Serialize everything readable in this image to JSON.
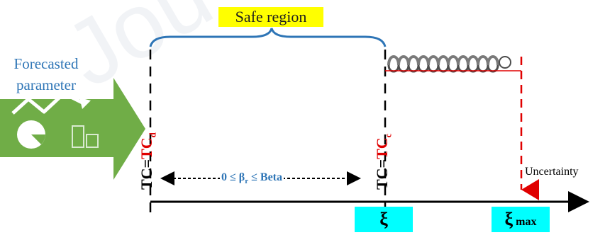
{
  "labels": {
    "safe_region": "Safe region",
    "forecast_line1": "Forecasted",
    "forecast_line2": "parameter",
    "tc_left_prefix": "TC=",
    "tc_left_main": "TC",
    "tc_left_sub": "d",
    "tc_right_prefix": "TC=",
    "tc_right_main": "TC",
    "tc_right_sub": "c",
    "beta_prefix": "0 ≤ β",
    "beta_sub": "r",
    "beta_suffix": " ≤ Beta",
    "uncertainty": "Uncertainty",
    "xi": "ξ",
    "xi_max_symbol": "ξ",
    "xi_max_sub": " max"
  },
  "colors": {
    "accent_blue": "#2e75b6",
    "highlight_yellow": "#ffff00",
    "highlight_cyan": "#00ffff",
    "alert_red": "#e00000",
    "arrow_green": "#70ad47"
  },
  "icons": [
    "arrow-icon",
    "trend-chart-icon",
    "spring-coil-icon"
  ]
}
